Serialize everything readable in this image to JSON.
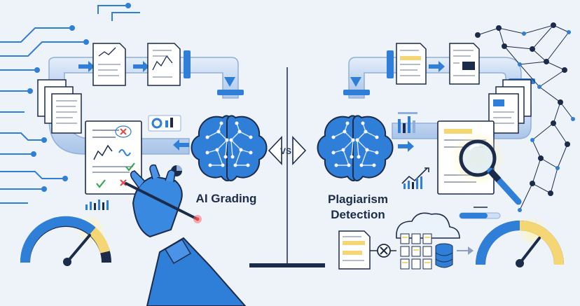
{
  "labels": {
    "left_title": "AI Grading",
    "right_title_line1": "Plagiarism",
    "right_title_line2": "Detection",
    "versus": "VS"
  },
  "colors": {
    "background": "#eef3fa",
    "brand_blue": "#2f7fd8",
    "dark_navy": "#1c2b4a",
    "pipe_light": "#cfe0f5",
    "highlight_yellow": "#f4d774",
    "check_green": "#3aa655",
    "cross_red": "#e0484a"
  },
  "icons": {
    "left_brain": "brain-network-icon",
    "right_brain": "brain-network-icon",
    "magnifier": "magnifying-glass-icon",
    "robot_hand": "robot-hand-icon",
    "left_gauge": "speed-gauge-icon",
    "right_gauge": "speed-gauge-icon",
    "cloud_database": "cloud-database-icon",
    "versus_arrows": "double-arrow-icon"
  }
}
